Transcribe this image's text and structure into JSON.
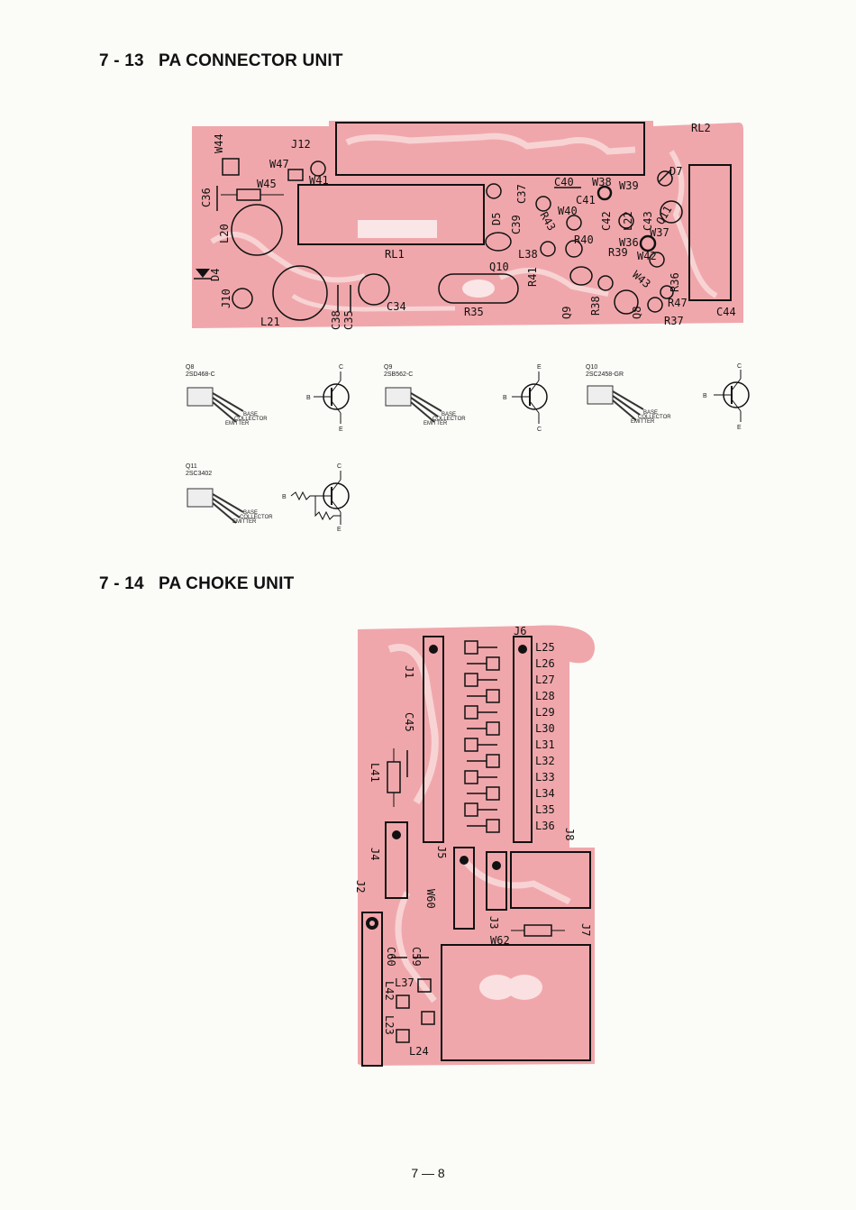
{
  "sections": [
    {
      "number": "7 - 13",
      "title": "PA CONNECTOR UNIT"
    },
    {
      "number": "7 - 14",
      "title": "PA CHOKE UNIT"
    }
  ],
  "connector_labels": {
    "w44": "W44",
    "j12": "J12",
    "w47": "W47",
    "w45": "W45",
    "w41": "W41",
    "c36": "C36",
    "l20": "L20",
    "d4": "D4",
    "j10": "J10",
    "l21": "L21",
    "c38": "C38",
    "c35": "C35",
    "c34": "C34",
    "r35": "R35",
    "rl1": "RL1",
    "d5": "D5",
    "c39": "C39",
    "c37": "C37",
    "r43": "R43",
    "q10": "Q10",
    "l38": "L38",
    "r41": "R41",
    "q9": "Q9",
    "c40": "C40",
    "c41": "C41",
    "w40": "W40",
    "r40": "R40",
    "r38": "R38",
    "w38": "W38",
    "c42": "C42",
    "w39": "W39",
    "l22": "L22",
    "r39": "R39",
    "w36": "W36",
    "c43": "C43",
    "q11": "Q11",
    "w37": "W37",
    "w42": "W42",
    "w43": "W43",
    "r36": "R36",
    "q8": "Q8",
    "r47": "R47",
    "r37": "R37",
    "d7": "D7",
    "rl2": "RL2",
    "c44": "C44"
  },
  "transistors": [
    {
      "ref": "Q8",
      "part": "2SD468-C",
      "base": "BASE",
      "collector": "COLLECTOR",
      "emitter": "EMITTER",
      "b": "B",
      "c": "C",
      "e": "E"
    },
    {
      "ref": "Q9",
      "part": "2SB562-C",
      "base": "BASE",
      "collector": "COLLECTOR",
      "emitter": "EMITTER",
      "b": "B",
      "c": "C",
      "e": "E"
    },
    {
      "ref": "Q10",
      "part": "2SC2458-GR",
      "base": "BASE",
      "collector": "COLLECTOR",
      "emitter": "EMITTER",
      "b": "B",
      "c": "C",
      "e": "E"
    },
    {
      "ref": "Q11",
      "part": "2SC3402",
      "base": "BASE",
      "collector": "COLLECTOR",
      "emitter": "EMITTER",
      "b": "B",
      "c": "C",
      "e": "E"
    }
  ],
  "choke_labels": {
    "j6": "J6",
    "j1": "J1",
    "c45": "C45",
    "l41": "L41",
    "j4": "J4",
    "j5": "J5",
    "w60": "W60",
    "j2": "J2",
    "j8": "J8",
    "j3": "J3",
    "w62": "W62",
    "j7": "J7",
    "c60": "C60",
    "c59": "C59",
    "l37": "L37",
    "l42": "L42",
    "l23": "L23",
    "l24": "L24"
  },
  "choke_coils": [
    "L25",
    "L26",
    "L27",
    "L28",
    "L29",
    "L30",
    "L31",
    "L32",
    "L33",
    "L34",
    "L35",
    "L36"
  ],
  "page_number": "7 — 8",
  "colors": {
    "board": "#f0a7ab",
    "board_light": "#f7c9cb",
    "ink": "#111111"
  }
}
